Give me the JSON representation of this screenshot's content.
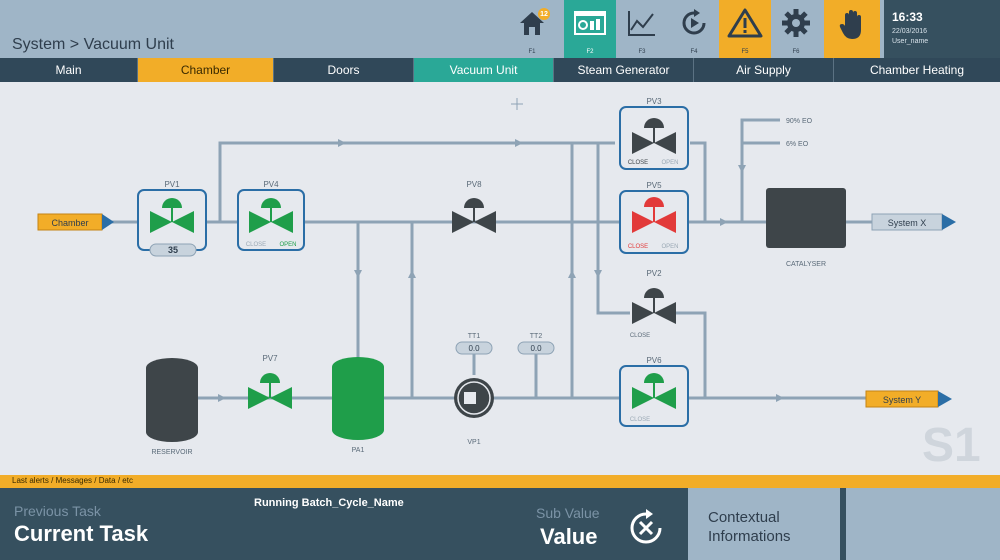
{
  "header": {
    "breadcrumb": "System > Vacuum Unit",
    "badge": "12",
    "time": "16:33",
    "date": "22/03/2016",
    "user": "User_name"
  },
  "fkeys": [
    {
      "label": "F1",
      "icon": "home-icon"
    },
    {
      "label": "F2",
      "icon": "process-screen-icon"
    },
    {
      "label": "F3",
      "icon": "trend-chart-icon"
    },
    {
      "label": "F4",
      "icon": "cycle-play-icon"
    },
    {
      "label": "F5",
      "icon": "warning-icon"
    },
    {
      "label": "F6",
      "icon": "gear-icon"
    },
    {
      "label": "",
      "icon": "hand-stop-icon"
    }
  ],
  "tabs": [
    "Main",
    "Chamber",
    "Doors",
    "Vacuum Unit",
    "Steam Generator",
    "Air Supply",
    "Chamber Heating"
  ],
  "diagram": {
    "chamber": "Chamber",
    "system_x": "System X",
    "system_y": "System Y",
    "eo90": "90% EO",
    "eo6": "6% EO",
    "pv1": "PV1",
    "pv1_value": "35",
    "pv4": "PV4",
    "pv8": "PV8",
    "pv3": "PV3",
    "pv5": "PV5",
    "pv2": "PV2",
    "pv6": "PV6",
    "pv7": "PV7",
    "close": "CLOSE",
    "open": "OPEN",
    "catalyser": "CATALYSER",
    "reservoir": "RESERVOIR",
    "pa1": "PA1",
    "vp1": "VP1",
    "tt1": "TT1",
    "tt1_value": "0.0",
    "tt2": "TT2",
    "tt2_value": "0.0",
    "station": "S1"
  },
  "alerts": "Last alerts / Messages / Data / etc",
  "footer": {
    "previous_task": "Previous Task",
    "current_task": "Current Task",
    "batch": "Running Batch_Cycle_Name",
    "sub_value": "Sub Value",
    "value": "Value",
    "contextual": "Contextual Informations"
  },
  "colors": {
    "header": "#9fb5c7",
    "dark": "#36505f",
    "active": "#2aa897",
    "warning": "#f2ad28",
    "valve_open": "#1f9e4a",
    "valve_fault": "#e23a3a",
    "valve_neutral": "#3e4549",
    "pipe": "#8ea3b5"
  }
}
